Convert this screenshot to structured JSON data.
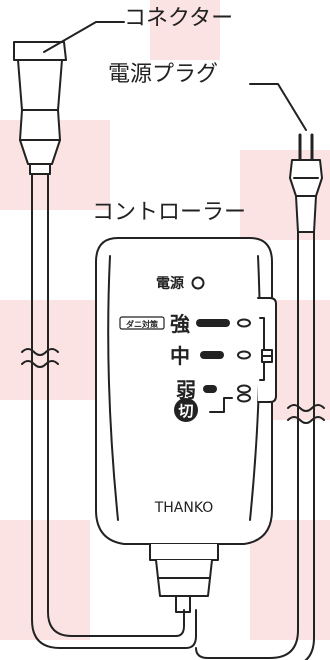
{
  "labels": {
    "connector": "コネクター",
    "power_plug": "電源プラグ",
    "controller": "コントローラー"
  },
  "controller": {
    "power_label": "電源",
    "mite_badge": "ダニ対策",
    "strong": "強",
    "medium": "中",
    "weak": "弱",
    "off": "切",
    "brand": "THANKO"
  },
  "colors": {
    "line": "#222222",
    "background_tint": "#fbe3e3"
  }
}
